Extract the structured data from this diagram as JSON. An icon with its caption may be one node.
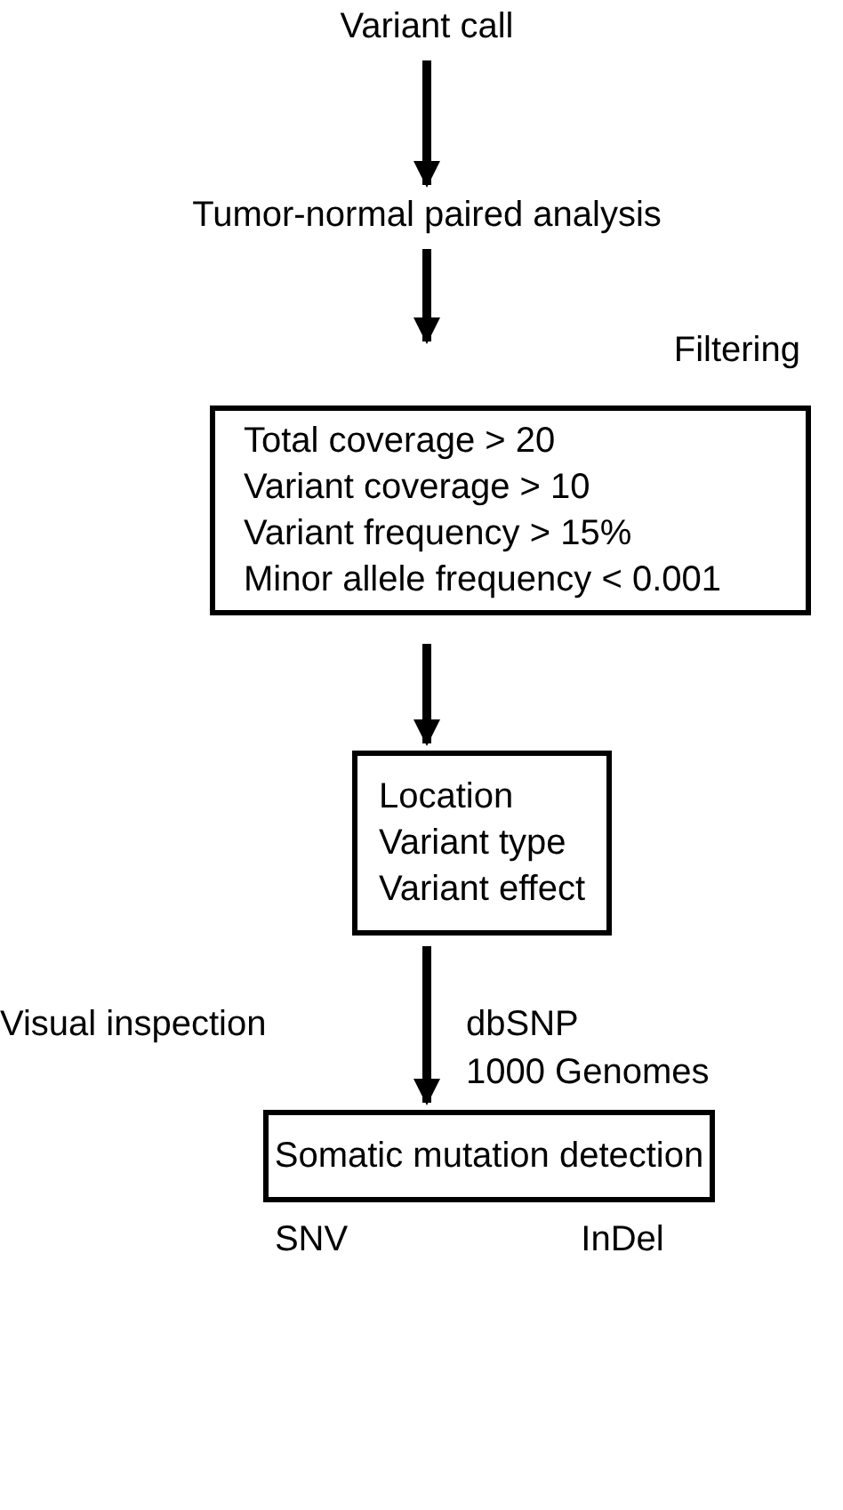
{
  "diagram": {
    "nodes": [
      {
        "text": [
          "Variant call"
        ]
      },
      {
        "text": [
          "Tumor-normal paired analysis"
        ]
      },
      {
        "text": [
          "Filtering",
          "Total coverage > 20",
          "Variant coverage > 10",
          "Variant frequency > 15%",
          "Minor allele frequency < 0.001"
        ]
      },
      {
        "text": [
          "Location",
          "Variant type",
          "Variant effect"
        ]
      },
      {
        "text": [
          "Somatic mutation detection"
        ],
        "beside": [
          "SNV",
          "InDel"
        ]
      }
    ],
    "edges": [
      {
        "from": 0,
        "to": 1,
        "arrow": "to"
      },
      {
        "from": 1,
        "to": 2,
        "arrow": "to"
      },
      {
        "from": 2,
        "to": 3,
        "arrow": "to"
      },
      {
        "from": 3,
        "to": 4,
        "arrow": "to"
      }
    ],
    "labels": [
      "Visual inspection",
      "dbSNP",
      "1000 Genomes"
    ]
  }
}
